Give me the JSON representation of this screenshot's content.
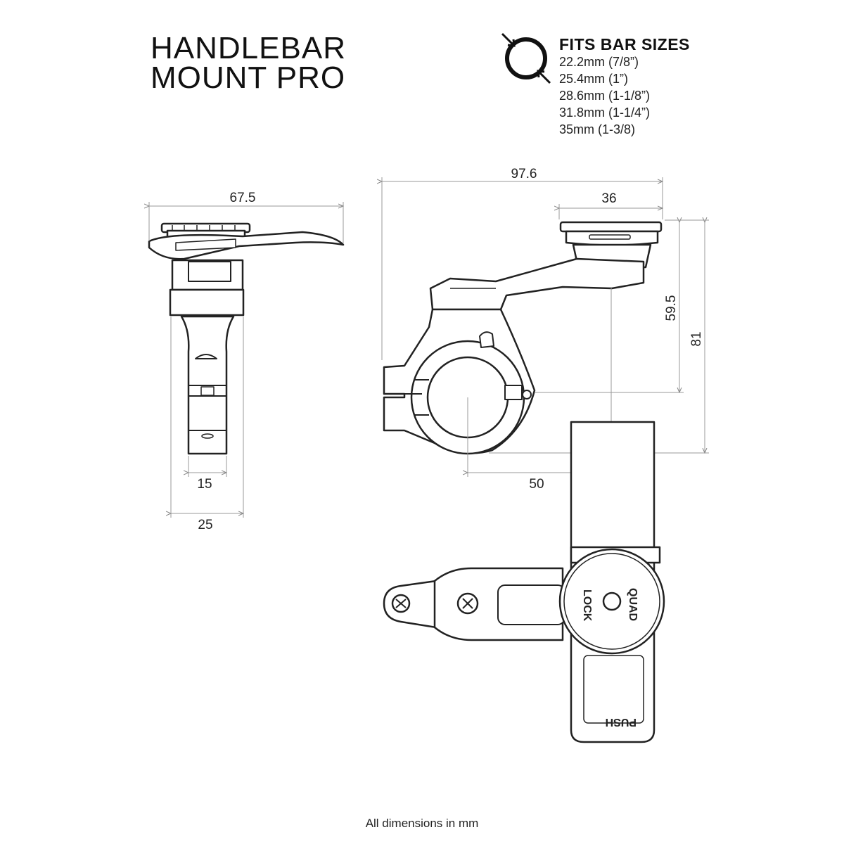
{
  "title_line1": "HANDLEBAR",
  "title_line2": "MOUNT PRO",
  "fits": {
    "title": "FITS BAR SIZES",
    "sizes": [
      "22.2mm (7/8”)",
      "25.4mm (1”)",
      "28.6mm (1-1/8”)",
      "31.8mm (1-1/4”)",
      "35mm (1-3/8)"
    ]
  },
  "dimensions": {
    "front_width": "67.5",
    "front_arm": "15",
    "front_base": "25",
    "side_length": "97.6",
    "side_head": "36",
    "side_height_inner": "59.5",
    "side_height_total": "81",
    "side_clamp": "50"
  },
  "labels": {
    "lock_top": "QUAD",
    "lock_bottom": "LOCK",
    "push": "PUSH"
  },
  "footer": "All dimensions in mm"
}
